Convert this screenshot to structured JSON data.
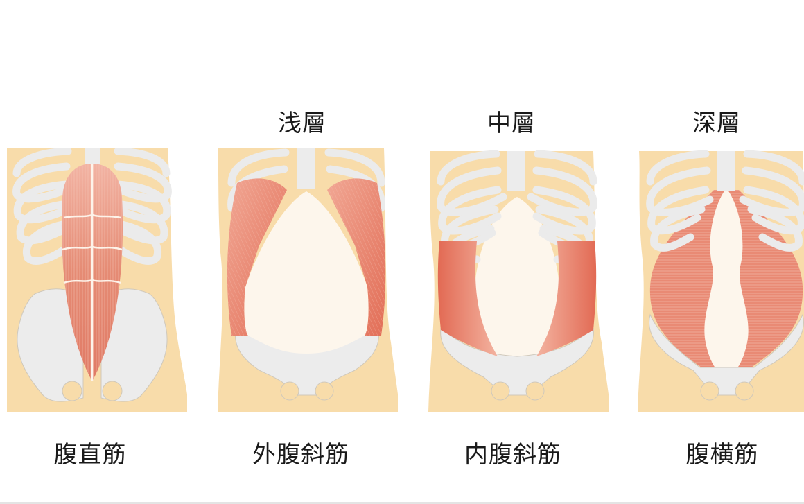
{
  "colors": {
    "skin": "#f8dcaa",
    "bone": "#eeeeee",
    "bone_outline": "#c9c3b8",
    "muscle": "#e8806a",
    "muscle_light": "#f3b2a0",
    "fascia": "#fdf6ec",
    "text": "#1a1a1a"
  },
  "layer_titles": [
    {
      "panel": 2,
      "text": "浅層"
    },
    {
      "panel": 3,
      "text": "中層"
    },
    {
      "panel": 4,
      "text": "深層"
    }
  ],
  "panels": [
    {
      "id": 1,
      "muscle": "腹直筋",
      "layer": ""
    },
    {
      "id": 2,
      "muscle": "外腹斜筋",
      "layer": "浅層"
    },
    {
      "id": 3,
      "muscle": "内腹斜筋",
      "layer": "中層"
    },
    {
      "id": 4,
      "muscle": "腹横筋",
      "layer": "深層"
    }
  ]
}
